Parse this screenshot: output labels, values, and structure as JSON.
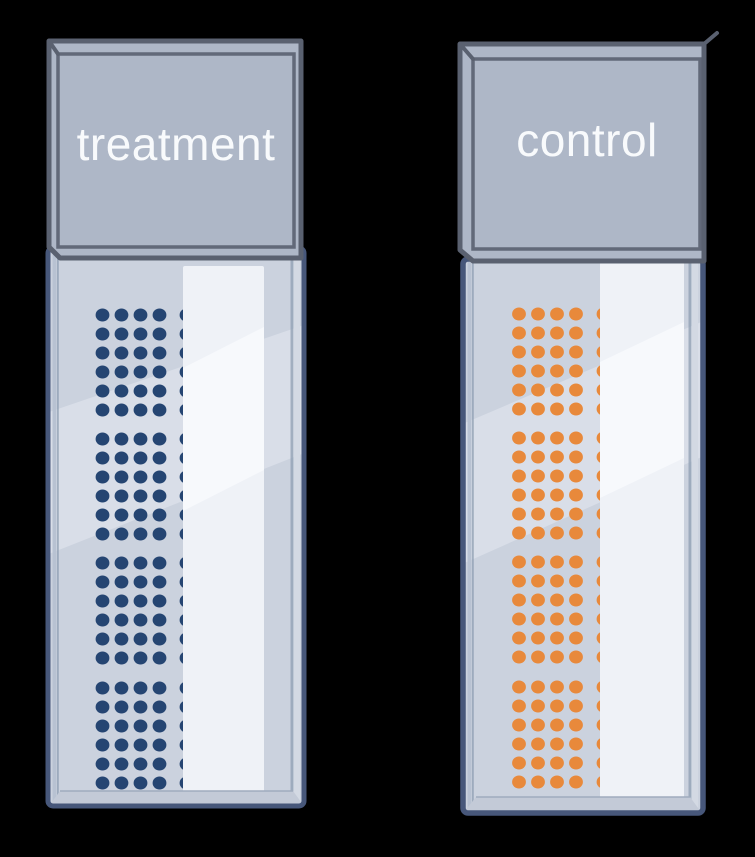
{
  "illustration": {
    "description": "Two glass microscope slides with labeled caps and dotted specimen arrays",
    "slides": [
      {
        "id": "treatment",
        "label": "treatment",
        "dot_color": "#254572",
        "grid": {
          "blocks": 4,
          "rows_per_block": 6,
          "columns": 5,
          "total_dots": 120
        }
      },
      {
        "id": "control",
        "label": "control",
        "dot_color": "#e8893b",
        "grid": {
          "blocks": 4,
          "rows_per_block": 6,
          "columns": 5,
          "total_dots": 120
        }
      }
    ],
    "colors": {
      "background": "#000000",
      "slide_body": "#cbd2de",
      "slide_border": "#47577a",
      "body_highlight": "#d9dee8",
      "frosted_strip": "#eff2f7",
      "label_cap_fill": "#aeb7c7",
      "label_cap_border": "#5a6170",
      "label_text": "#f8fafc",
      "treatment_dots": "#254572",
      "control_dots": "#e8893b"
    }
  }
}
